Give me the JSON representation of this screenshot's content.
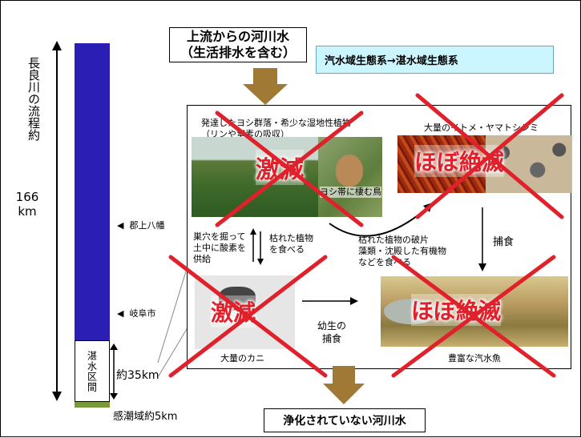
{
  "left_axis": {
    "river_vertical": "長良川の流程約",
    "river_length": "166 km",
    "places": [
      "郡上八幡",
      "岐阜市"
    ],
    "brackish_section": "湛水区間",
    "brackish_length": "約35km",
    "tidal_zone": "感潮域約5km"
  },
  "top_flow": {
    "line1": "上流からの河川水",
    "line2": "（生活排水を含む）"
  },
  "ecosystem_change": "汽水域生態系→湛水域生態系",
  "bottom_flow": "浄化されていない河川水",
  "panels": {
    "reeds": {
      "caption_line1": "発達したヨシ群落・希少な湿地性植物",
      "caption_line2": "（リンや窒素の吸収）",
      "photo_label": "ヨシ帯に棲む鳥",
      "status": "激減"
    },
    "clams": {
      "caption": "大量のイトメ・ヤマトシジミ",
      "status": "ほぼ絶滅"
    },
    "crabs": {
      "caption": "大量のカニ",
      "status": "激減"
    },
    "fish": {
      "caption": "豊富な汽水魚",
      "status": "ほぼ絶滅"
    }
  },
  "relations": {
    "burrow_l1": "巣穴を掘って",
    "burrow_l2": "土中に酸素を",
    "burrow_l3": "供給",
    "eat_plants_l1": "枯れた植物",
    "eat_plants_l2": "を食べる",
    "debris_l1": "枯れた植物の破片",
    "debris_l2": "藻類・沈殿した有機物",
    "debris_l3": "などを食べる",
    "predation": "捕食",
    "juvenile_l1": "幼生の",
    "juvenile_l2": "捕食"
  },
  "colors": {
    "river": "#2a1eb4",
    "arrow_brown": "#a07a35",
    "cross_red": "#e0202a",
    "eco_box": "#ccf6ff"
  }
}
